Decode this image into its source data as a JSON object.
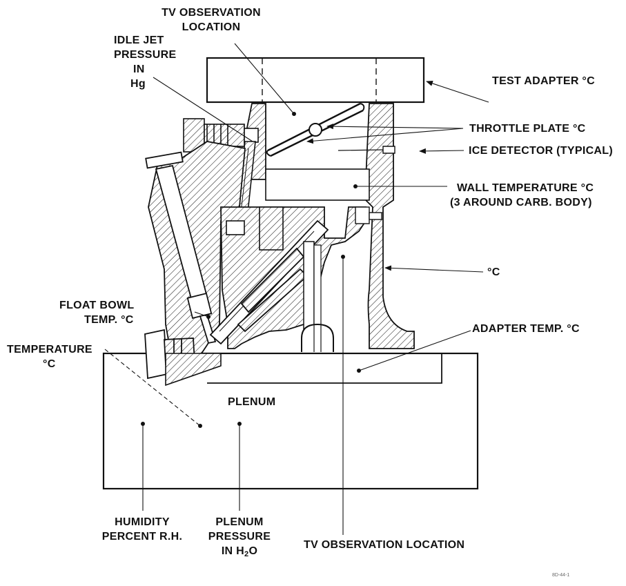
{
  "labels": {
    "tv_obs_top": [
      "TV OBSERVATION",
      "LOCATION"
    ],
    "idle_jet": [
      "IDLE JET",
      "PRESSURE",
      "IN",
      "Hg"
    ],
    "test_adapter": "TEST ADAPTER °C",
    "throttle_plate": "THROTTLE PLATE °C",
    "ice_detector": "ICE DETECTOR (TYPICAL)",
    "wall_temp": [
      "WALL TEMPERATURE °C",
      "(3 AROUND CARB. BODY)"
    ],
    "deg_c": "°C",
    "float_bowl": [
      "FLOAT BOWL",
      "TEMP. °C"
    ],
    "temperature": [
      "TEMPERATURE",
      "°C"
    ],
    "adapter_temp": "ADAPTER TEMP. °C",
    "plenum": "PLENUM",
    "humidity": [
      "HUMIDITY",
      "PERCENT R.H."
    ],
    "plenum_pressure": [
      "PLENUM",
      "PRESSURE"
    ],
    "plenum_pressure_unit": {
      "prefix": "IN H",
      "sub": "2",
      "suffix": "O"
    },
    "tv_obs_bottom": "TV OBSERVATION LOCATION",
    "figure_id": "8D-44-1"
  }
}
